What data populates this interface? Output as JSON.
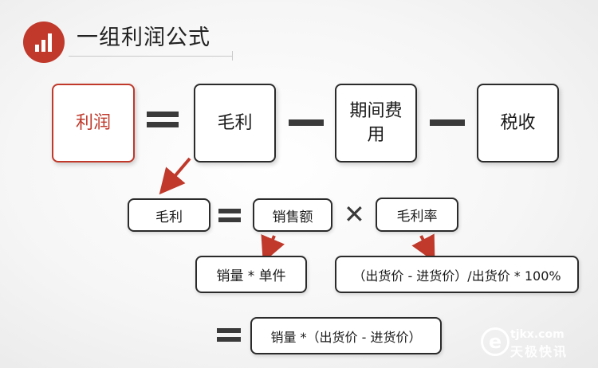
{
  "title": "一组利润公式",
  "row1": {
    "profit": "利润",
    "gross_profit": "毛利",
    "period_expense": "期间费用",
    "tax": "税收"
  },
  "row2": {
    "gross_profit": "毛利",
    "sales_amount": "销售额",
    "gross_margin": "毛利率"
  },
  "row3": {
    "sales_detail": "销量 * 单件",
    "margin_detail": "（出货价 - 进货价）/出货价 * 100%"
  },
  "row4": {
    "result": "销量 *（出货价 - 进货价）"
  },
  "watermark": {
    "url": "tjkx.com",
    "name": "天极快讯"
  },
  "colors": {
    "accent": "#c0392b",
    "border": "#2b2b2b",
    "operator": "#3a3a3a"
  }
}
